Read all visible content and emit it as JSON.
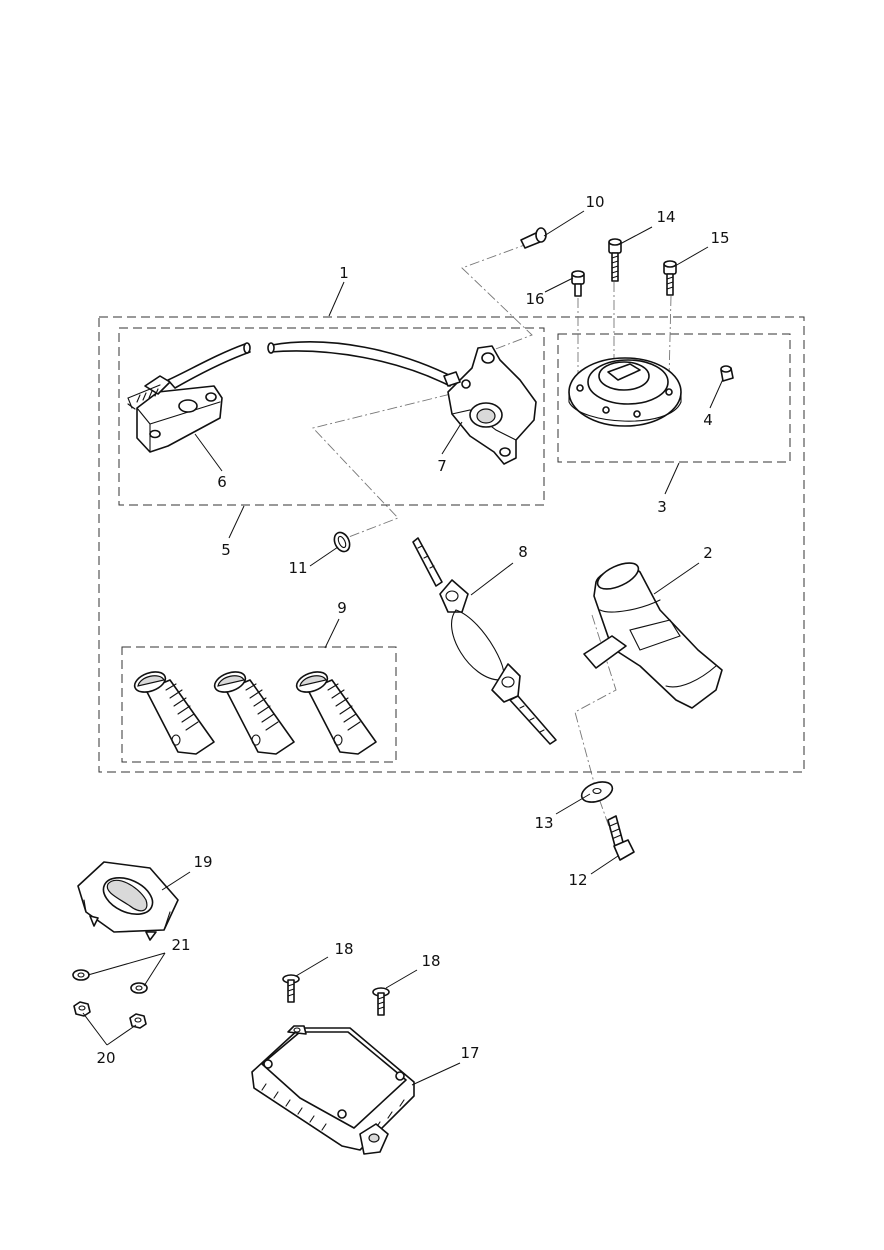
{
  "diagram": {
    "callouts": [
      {
        "id": "c1",
        "text": "1"
      },
      {
        "id": "c2",
        "text": "2"
      },
      {
        "id": "c3",
        "text": "3"
      },
      {
        "id": "c4",
        "text": "4"
      },
      {
        "id": "c5",
        "text": "5"
      },
      {
        "id": "c6",
        "text": "6"
      },
      {
        "id": "c7",
        "text": "7"
      },
      {
        "id": "c8",
        "text": "8"
      },
      {
        "id": "c9",
        "text": "9"
      },
      {
        "id": "c10",
        "text": "10"
      },
      {
        "id": "c11",
        "text": "11"
      },
      {
        "id": "c12",
        "text": "12"
      },
      {
        "id": "c13",
        "text": "13"
      },
      {
        "id": "c14",
        "text": "14"
      },
      {
        "id": "c15",
        "text": "15"
      },
      {
        "id": "c16",
        "text": "16"
      },
      {
        "id": "c17",
        "text": "17"
      },
      {
        "id": "c18a",
        "text": "18"
      },
      {
        "id": "c18b",
        "text": "18"
      },
      {
        "id": "c19",
        "text": "19"
      },
      {
        "id": "c20",
        "text": "20"
      },
      {
        "id": "c21",
        "text": "21"
      }
    ]
  }
}
